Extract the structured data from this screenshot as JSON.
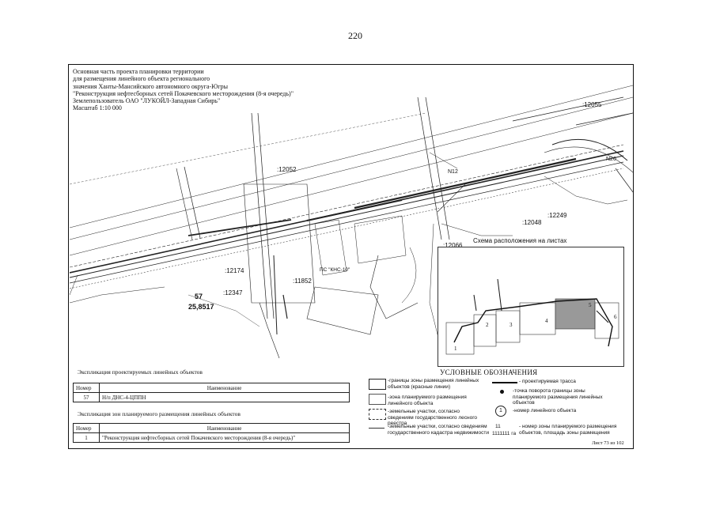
{
  "page_number": "220",
  "header": {
    "lines": [
      "Основная часть проекта планировки территории",
      "для размещения линейного объекта регионального",
      "значения Ханты-Мансийского автономного округа-Югры",
      "\"Реконструкция нефтесборных сетей Покачевского месторождения (8-я очередь)\"",
      "Землепользователь ОАО \"ЛУКОЙЛ-Западная Сибирь\"",
      "Масштаб 1:10 000"
    ]
  },
  "map_labels": {
    "p12055": ":12055",
    "p12052": ":12052",
    "p12048": ":12048",
    "p12249": ":12249",
    "p12066": ":12066",
    "p12174": ":12174",
    "p11852": ":11852",
    "p12347": ":12347",
    "num57": "57",
    "area": "25,8517",
    "ps": "ПС \"КНС-10\"",
    "n20": "N20",
    "n12": "N12"
  },
  "scheme": {
    "title": "Схема расположения на листах",
    "sheets": [
      "1",
      "2",
      "3",
      "4",
      "5",
      "6"
    ]
  },
  "linear_objects": {
    "title": "Экспликация проектируемых линейных объектов",
    "headers": [
      "Номер",
      "Наименование"
    ],
    "rows": [
      [
        "57",
        "Н/п ДНС-4-ЦППН"
      ]
    ]
  },
  "zones": {
    "title": "Экспликация зон планируемого размещения линейных объектов",
    "headers": [
      "Номер",
      "Наименование"
    ],
    "rows": [
      [
        "1",
        "\"Реконструкция нефтесборных сетей Покачевского месторождения (8-я очередь)\""
      ]
    ]
  },
  "legend": {
    "title": "УСЛОВНЫЕ ОБОЗНАЧЕНИЯ",
    "items": [
      "-границы зоны размещения линейных объектов (красные линии)",
      "-зона планируемого размещения линейного объекта",
      "-земельные участки, согласно сведениям государственного лесного реестра",
      "-земельные участки, согласно сведениям государственного кадастра недвижимости",
      "- проектируемая трасса",
      "-точка поворота границы зоны планируемого размещения линейных объектов",
      "-номер линейного объекта",
      "- номер зоны планируемого размещения объектов, площадь зоны размещения"
    ],
    "circle_label": "1",
    "zone_num": "11",
    "zone_area": "1111111 га"
  },
  "sheet_info": "Лист 73 из 102"
}
